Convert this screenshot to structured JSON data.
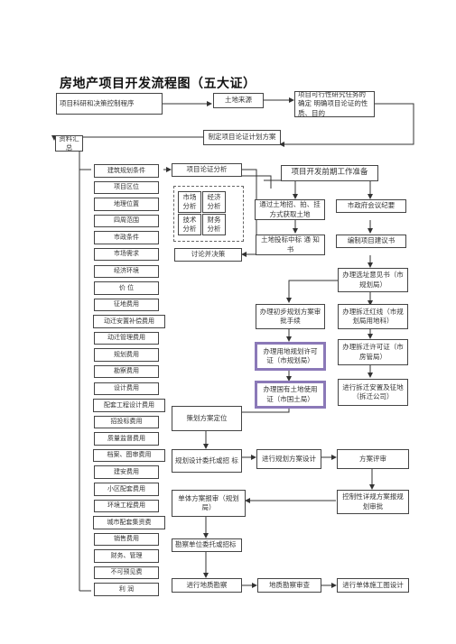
{
  "title": "房地产项目开发流程图（五大证）",
  "nodes": {
    "research": "项目科研和决策控制程序",
    "land_source": "土地来源",
    "feasibility": "项目可行性研究任务的确定 明确项目论证的性质、目的",
    "plan_scheme": "制定项目论证计划方案",
    "data_summary": "资料汇总",
    "analysis": "项目论证分析",
    "market_analysis": "市场分析",
    "economic_analysis": "经济分析",
    "tech_analysis": "技术分析",
    "finance_analysis": "财务分析",
    "discuss": "讨论并决策",
    "preliminary": "项目开发前期工作准备",
    "land_acquire": "通过土地招、拍、挂方式获取土地",
    "gov_meeting": "市政府会议纪要",
    "land_notice": "土地投标中标 通 知 书",
    "project_proposal": "编制项目建议书",
    "site_opinion": "办理选址意见书（市规划局）",
    "preliminary_plan": "办理初步规划方案审批手续",
    "relocation_red": "办理拆迁红线（市规划局用地科）",
    "land_plan_permit": "办理用地规划许可证（市规划局）",
    "relocation_permit": "办理拆迁许可证（市房管局）",
    "land_use_cert": "办理国有土地使用证（市国土局）",
    "relocation_agreement": "进行拆迁安置及征地（拆迁公司）",
    "planning_position": "策划方案定位",
    "design_commission": "规划设计委托或招 标",
    "plan_design": "进行规划方案设计",
    "plan_review": "方案评审",
    "single_review": "单体方案报审（规划局）",
    "detailed_plan": "控制性详规方案报规划审批",
    "survey_bid": "勘察单位委托或招标",
    "geo_survey": "进行地质勘察",
    "survey_review": "地质勘察审查",
    "construction_design": "进行单体施工图设计"
  },
  "checklist": [
    "建筑规划条件",
    "项目区位",
    "地理位置",
    "四周范围",
    "市政条件",
    "市场需求",
    "经济环境",
    "价 位",
    "征地费用",
    "动迁安置补偿费用",
    "动迁管理费用",
    "规划费用",
    "勘察费用",
    "设计费用",
    "配套工程设计费用",
    "招投标费用",
    "质量监督费用",
    "档案、图审费用",
    "建安费用",
    "小区配套费用",
    "环境工程费用",
    "城市配套集资费",
    "销售费用",
    "财务、管理",
    "不可预见费",
    "利 润"
  ]
}
